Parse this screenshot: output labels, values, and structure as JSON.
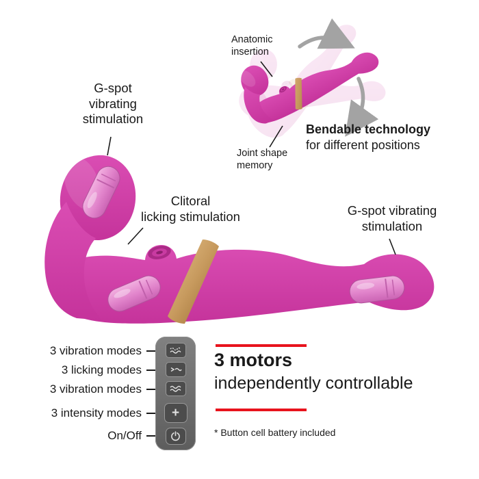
{
  "annotations": {
    "anatomic": {
      "lines": [
        "Anatomic",
        "insertion"
      ]
    },
    "joint": {
      "lines": [
        "Joint shape",
        "memory"
      ]
    },
    "bendable": {
      "title": "Bendable technology",
      "subtitle": "for different positions"
    },
    "gspot_left": {
      "lines": [
        "G-spot",
        "vibrating",
        "stimulation"
      ]
    },
    "clitoral": {
      "lines": [
        "Clitoral",
        "licking stimulation"
      ]
    },
    "gspot_right": {
      "lines": [
        "G-spot vibrating",
        "stimulation"
      ]
    }
  },
  "remote": {
    "labels": [
      "3 vibration modes",
      "3 licking modes",
      "3 vibration modes",
      "3 intensity modes",
      "On/Off"
    ],
    "plus_symbol": "+"
  },
  "motors_block": {
    "title": "3 motors",
    "subtitle": "independently controllable",
    "note": "* Button cell battery included"
  },
  "colors": {
    "pink": "#d23ca4",
    "pink_dark": "#b42e8d",
    "motor_pink": "#e687cf",
    "gold": "#c99a5f",
    "red": "#e8131d",
    "text": "#1a1a1a",
    "remote_body": "#6f6f6f",
    "remote_button": "#4c4c4c",
    "arrow_gray": "#a3a3a3"
  }
}
